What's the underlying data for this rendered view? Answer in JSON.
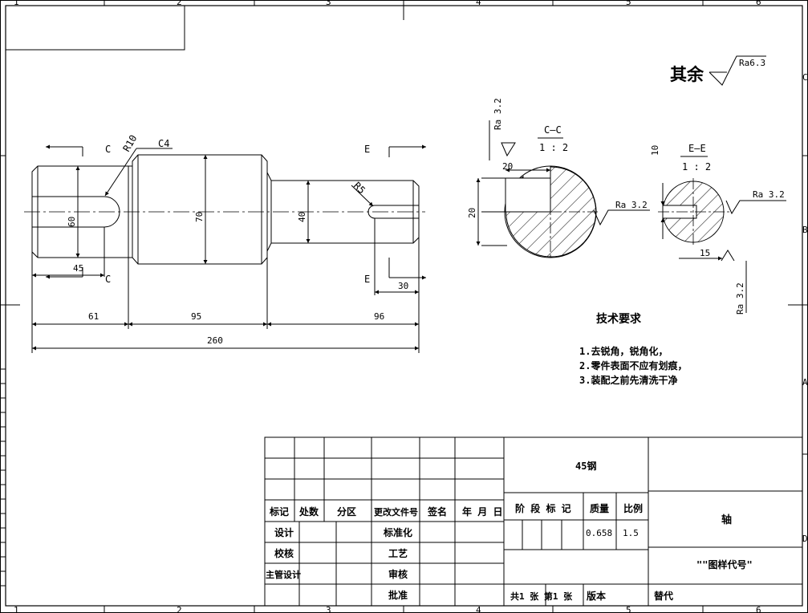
{
  "zones": {
    "top": [
      "1",
      "2",
      "3",
      "4",
      "5",
      "6"
    ],
    "bottom": [
      "1",
      "2",
      "3",
      "4",
      "5",
      "6"
    ],
    "right": [
      "C",
      "B",
      "A",
      "D"
    ]
  },
  "surface_finish": {
    "general_label": "其余",
    "general_value": "Ra6.3",
    "section_c": "Ra 3.2",
    "section_c_side": "Ra 3.2",
    "section_e_side": "Ra 3.2",
    "section_e_bottom": "Ra 3.2"
  },
  "main_view": {
    "section_c_top": "C",
    "section_c_bottom": "C",
    "section_e_top": "E",
    "section_e_bottom": "E",
    "radius_left": "R10",
    "chamfer": "C4",
    "radius_right": "R5",
    "dia_left": "60",
    "dia_mid": "70",
    "dia_right": "40",
    "len_keyway": "45",
    "len_keyway_right": "30",
    "len_left": "61",
    "len_mid": "95",
    "len_right": "96",
    "len_total": "260"
  },
  "section_cc": {
    "title": "C—C",
    "scale": "1 : 2",
    "key_width": "20",
    "key_depth": "20"
  },
  "section_ee": {
    "title": "E—E",
    "scale": "1 : 2",
    "key_depth": "10",
    "key_width": "15"
  },
  "tech_requirements": {
    "title": "技术要求",
    "items": [
      "1.去锐角，锐角化，",
      "2.零件表面不应有划痕，",
      "3.装配之前先清洗干净"
    ]
  },
  "title_block": {
    "material": "45钢",
    "part_name": "轴",
    "drawing_number": "\"\"图样代号\"",
    "headers": [
      "标记",
      "处数",
      "分区",
      "更改文件号",
      "签名",
      "年 月 日"
    ],
    "stage_label": "阶 段 标 记",
    "mass_label": "质量",
    "scale_label": "比例",
    "mass_value": "0.658",
    "scale_value": "1.5",
    "roles_left": [
      "设计",
      "校核",
      "主管设计"
    ],
    "roles_right": [
      "标准化",
      "工艺",
      "审核",
      "批准"
    ],
    "sheets_text": "共1 张  第1 张",
    "version_label": "版本",
    "replace_label": "替代"
  }
}
